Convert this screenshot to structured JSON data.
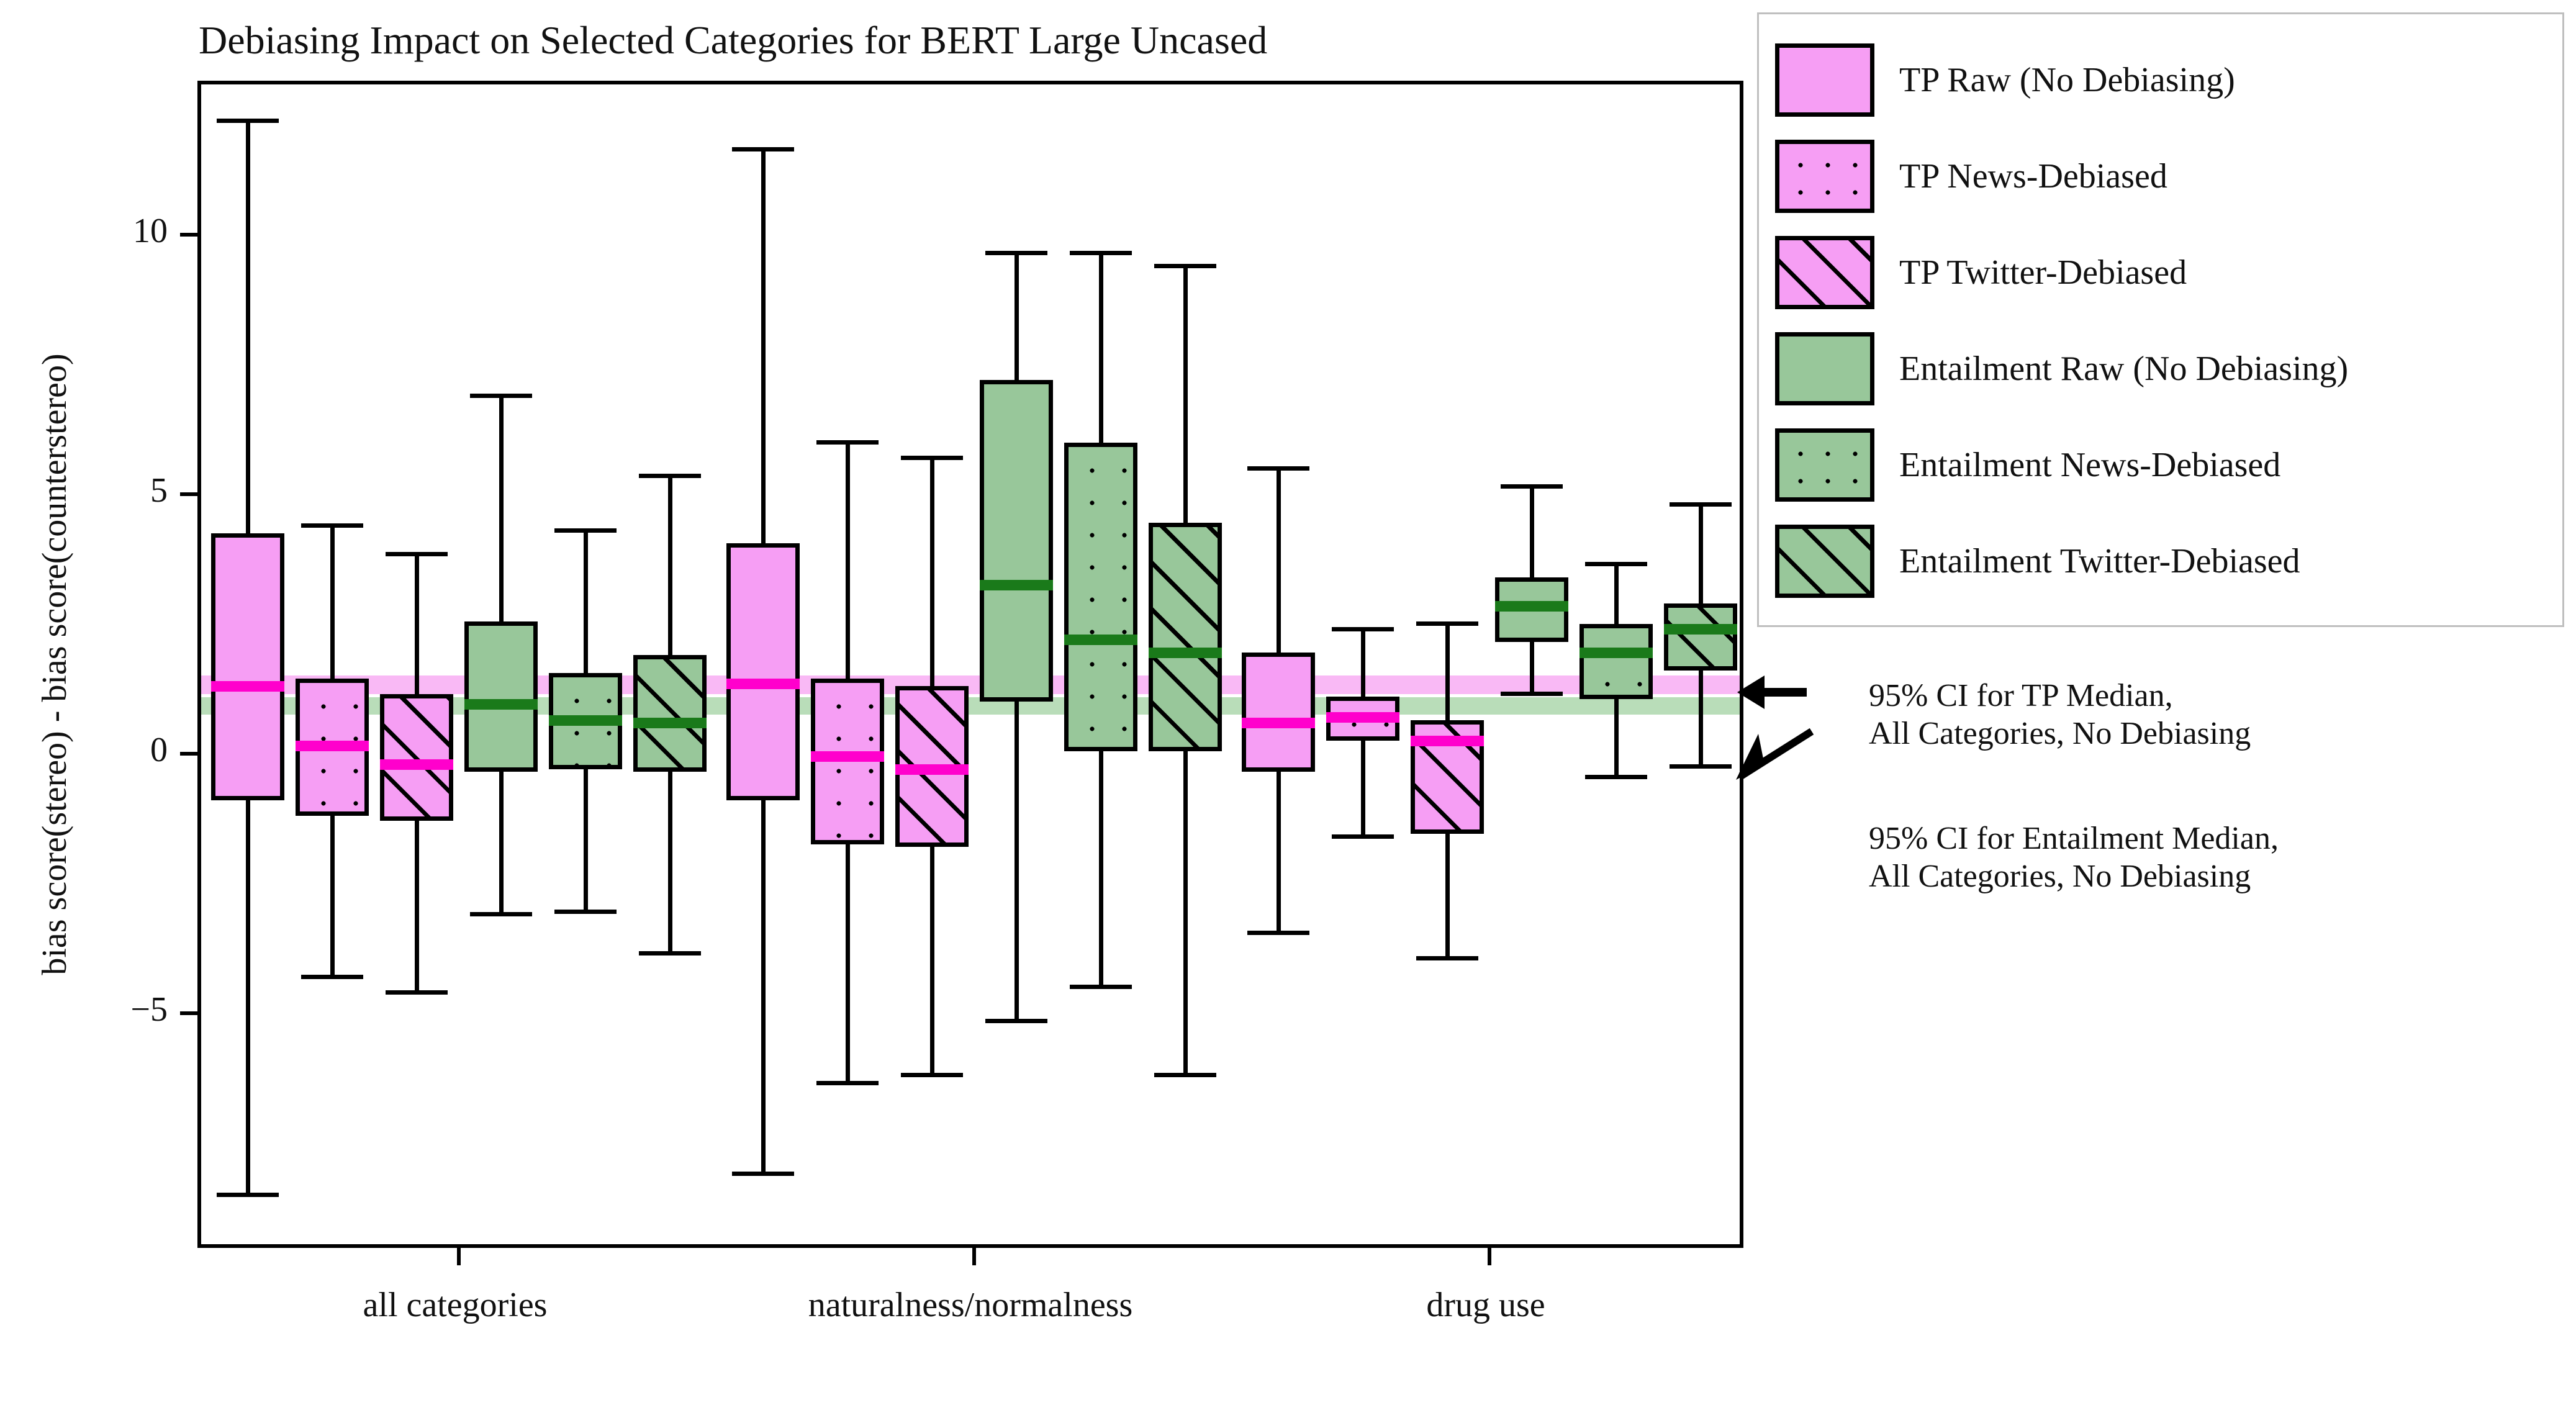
{
  "chart_data": {
    "type": "boxplot",
    "title": "Debiasing Impact on Selected Categories for BERT Large Uncased",
    "xlabel": "",
    "ylabel": "bias score(stereo) - bias score(counterstereo)",
    "ylim": [
      -9.6,
      12.9
    ],
    "yticks": [
      -5,
      0,
      5,
      10
    ],
    "ytick_labels": [
      "−5",
      "0",
      "5",
      "10"
    ],
    "grid": false,
    "categories": [
      "all categories",
      "naturalness/normalness",
      "drug use"
    ],
    "legend_position": "upper right",
    "series": [
      {
        "name": "TP Raw (No Debiasing)",
        "color": "#f69ef4",
        "hatch": "none",
        "median_color": "#ff00cc"
      },
      {
        "name": "TP News-Debiased",
        "color": "#f69ef4",
        "hatch": "dots",
        "median_color": "#ff00cc"
      },
      {
        "name": "TP Twitter-Debiased",
        "color": "#f69ef4",
        "hatch": "diag",
        "median_color": "#ff00cc"
      },
      {
        "name": "Entailment Raw (No Debiasing)",
        "color": "#98c79a",
        "hatch": "none",
        "median_color": "#1a7a1a"
      },
      {
        "name": "Entailment News-Debiased",
        "color": "#98c79a",
        "hatch": "dots",
        "median_color": "#1a7a1a"
      },
      {
        "name": "Entailment Twitter-Debiased",
        "color": "#98c79a",
        "hatch": "diag",
        "median_color": "#1a7a1a"
      }
    ],
    "boxes": [
      {
        "category": "all categories",
        "series": "TP Raw (No Debiasing)",
        "whisker_low": -8.5,
        "q1": -0.9,
        "median": 1.3,
        "q3": 4.25,
        "whisker_high": 12.2
      },
      {
        "category": "all categories",
        "series": "TP News-Debiased",
        "whisker_low": -4.3,
        "q1": -1.2,
        "median": 0.15,
        "q3": 1.45,
        "whisker_high": 4.4
      },
      {
        "category": "all categories",
        "series": "TP Twitter-Debiased",
        "whisker_low": -4.6,
        "q1": -1.3,
        "median": -0.2,
        "q3": 1.15,
        "whisker_high": 3.85
      },
      {
        "category": "all categories",
        "series": "Entailment Raw (No Debiasing)",
        "whisker_low": -3.1,
        "q1": -0.35,
        "median": 0.95,
        "q3": 2.55,
        "whisker_high": 6.9
      },
      {
        "category": "all categories",
        "series": "Entailment News-Debiased",
        "whisker_low": -3.05,
        "q1": -0.3,
        "median": 0.65,
        "q3": 1.55,
        "whisker_high": 4.3
      },
      {
        "category": "all categories",
        "series": "Entailment Twitter-Debiased",
        "whisker_low": -3.85,
        "q1": -0.35,
        "median": 0.6,
        "q3": 1.9,
        "whisker_high": 5.35
      },
      {
        "category": "naturalness/normalness",
        "series": "TP Raw (No Debiasing)",
        "whisker_low": -8.1,
        "q1": -0.9,
        "median": 1.35,
        "q3": 4.05,
        "whisker_high": 11.65
      },
      {
        "category": "naturalness/normalness",
        "series": "TP News-Debiased",
        "whisker_low": -6.35,
        "q1": -1.75,
        "median": -0.05,
        "q3": 1.45,
        "whisker_high": 6.0
      },
      {
        "category": "naturalness/normalness",
        "series": "TP Twitter-Debiased",
        "whisker_low": -6.2,
        "q1": -1.8,
        "median": -0.3,
        "q3": 1.3,
        "whisker_high": 5.7
      },
      {
        "category": "naturalness/normalness",
        "series": "Entailment Raw (No Debiasing)",
        "whisker_low": -5.15,
        "q1": 1.0,
        "median": 3.25,
        "q3": 7.2,
        "whisker_high": 9.65
      },
      {
        "category": "naturalness/normalness",
        "series": "Entailment News-Debiased",
        "whisker_low": -4.5,
        "q1": 0.05,
        "median": 2.2,
        "q3": 6.0,
        "whisker_high": 9.65
      },
      {
        "category": "naturalness/normalness",
        "series": "Entailment Twitter-Debiased",
        "whisker_low": -6.2,
        "q1": 0.05,
        "median": 1.95,
        "q3": 4.45,
        "whisker_high": 9.4
      },
      {
        "category": "drug use",
        "series": "TP Raw (No Debiasing)",
        "whisker_low": -3.45,
        "q1": -0.35,
        "median": 0.6,
        "q3": 1.95,
        "whisker_high": 5.5
      },
      {
        "category": "drug use",
        "series": "TP News-Debiased",
        "whisker_low": -1.6,
        "q1": 0.25,
        "median": 0.7,
        "q3": 1.1,
        "whisker_high": 2.4
      },
      {
        "category": "drug use",
        "series": "TP Twitter-Debiased",
        "whisker_low": -3.95,
        "q1": -1.55,
        "median": 0.25,
        "q3": 0.65,
        "whisker_high": 2.5
      },
      {
        "category": "drug use",
        "series": "Entailment Raw (No Debiasing)",
        "whisker_low": 1.15,
        "q1": 2.15,
        "median": 2.85,
        "q3": 3.4,
        "whisker_high": 5.15
      },
      {
        "category": "drug use",
        "series": "Entailment News-Debiased",
        "whisker_low": -0.45,
        "q1": 1.05,
        "median": 1.95,
        "q3": 2.5,
        "whisker_high": 3.65
      },
      {
        "category": "drug use",
        "series": "Entailment Twitter-Debiased",
        "whisker_low": -0.25,
        "q1": 1.6,
        "median": 2.4,
        "q3": 2.9,
        "whisker_high": 4.8
      }
    ],
    "reference_bands": [
      {
        "name": "95% CI for TP Median, All Categories, No Debiasing",
        "color": "#f9b5f4",
        "center": 1.33,
        "low": 1.22,
        "high": 1.44
      },
      {
        "name": "95% CI for Entailment Median, All Categories, No Debiasing",
        "color": "#b5dbb5",
        "center": 0.92,
        "low": 0.82,
        "high": 1.02
      }
    ],
    "annotations": [
      {
        "text": "95% CI for TP Median,\nAll Categories, No Debiasing"
      },
      {
        "text": "95% CI for Entailment Median,\nAll Categories, No Debiasing"
      }
    ]
  },
  "legend": {
    "items": [
      {
        "label": "TP Raw (No Debiasing)"
      },
      {
        "label": "TP News-Debiased"
      },
      {
        "label": "TP Twitter-Debiased"
      },
      {
        "label": "Entailment Raw (No Debiasing)"
      },
      {
        "label": "Entailment News-Debiased"
      },
      {
        "label": "Entailment Twitter-Debiased"
      }
    ]
  }
}
